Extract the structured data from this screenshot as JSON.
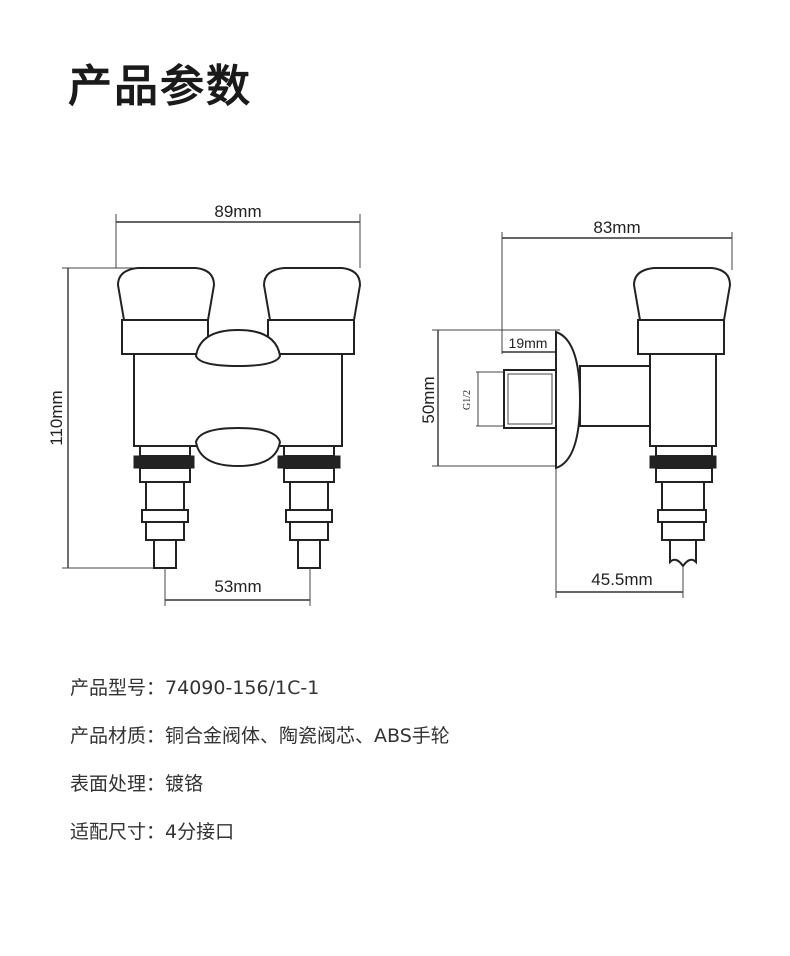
{
  "page_title": "产品参数",
  "dimensions": {
    "front_width": "89mm",
    "front_height": "110mm",
    "outlet_spacing": "53mm",
    "side_depth": "83mm",
    "side_height": "50mm",
    "thread_length": "19mm",
    "thread_size": "G1/2",
    "outlet_offset": "45.5mm"
  },
  "specs": [
    {
      "label": "产品型号：",
      "value": "74090-156/1C-1"
    },
    {
      "label": "产品材质：",
      "value": "铜合金阀体、陶瓷阀芯、ABS手轮"
    },
    {
      "label": "表面处理：",
      "value": "镀铬"
    },
    {
      "label": "适配尺寸：",
      "value": "4分接口"
    }
  ]
}
